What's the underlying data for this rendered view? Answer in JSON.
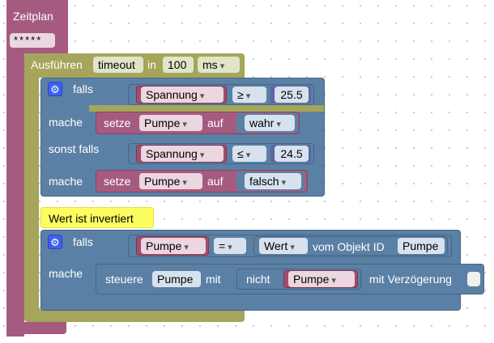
{
  "schedule": {
    "label": "Zeitplan",
    "value": "*****"
  },
  "timeout": {
    "run_label": "Ausführen",
    "name": "timeout",
    "in_label": "in",
    "value": "100",
    "unit": "ms"
  },
  "if_block_1": {
    "falls_label": "falls",
    "condition": {
      "var": "Spannung",
      "op": "≥",
      "value": "25.5"
    },
    "mache_label": "mache",
    "set_block": {
      "setze": "setze",
      "target": "Pumpe",
      "auf": "auf",
      "value": "wahr"
    },
    "else_if_label": "sonst falls",
    "condition2": {
      "var": "Spannung",
      "op": "≤",
      "value": "24.5"
    },
    "mache2_label": "mache",
    "set_block2": {
      "setze": "setze",
      "target": "Pumpe",
      "auf": "auf",
      "value": "falsch"
    }
  },
  "comment": {
    "text": "Wert ist invertiert"
  },
  "if_block_2": {
    "falls_label": "falls",
    "left": "Pumpe",
    "op": "=",
    "value_label": "Wert",
    "of_object": "vom Objekt ID",
    "object_id": "Pumpe",
    "mache_label": "mache",
    "control": {
      "steuere": "steuere",
      "target": "Pumpe",
      "mit": "mit",
      "not_label": "nicht",
      "not_target": "Pumpe",
      "delay_label": "mit Verzögerung"
    }
  }
}
